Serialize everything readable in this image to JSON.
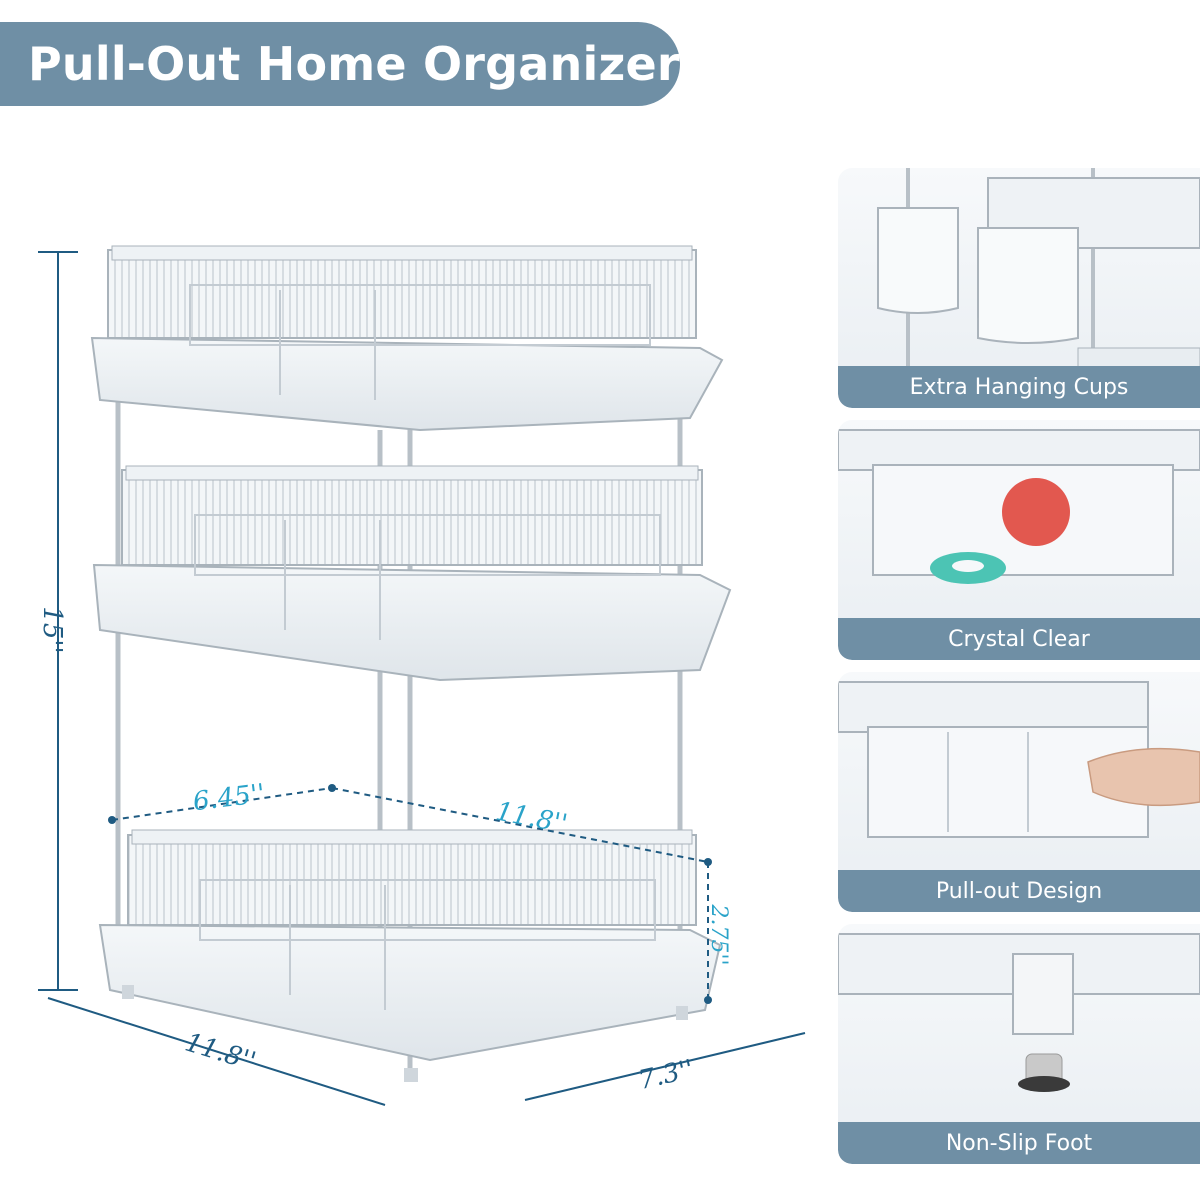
{
  "title": "Pull-Out Home Organizer",
  "dimensions": {
    "height": "15''",
    "bottom_width": "11.8''",
    "bottom_depth": "7.3''",
    "basket_width": "6.45''",
    "basket_length": "11.8''",
    "basket_height": "2.75''"
  },
  "features": [
    {
      "label": "Extra Hanging Cups",
      "icon": "hanging-cups-photo"
    },
    {
      "label": "Crystal Clear",
      "icon": "clear-basket-photo"
    },
    {
      "label": "Pull-out Design",
      "icon": "pull-out-hand-photo"
    },
    {
      "label": "Non-Slip Foot",
      "icon": "non-slip-foot-photo"
    }
  ],
  "colors": {
    "accent": "#6f8fa5",
    "dimension_lines": "#1f5b82",
    "dimension_text": "#2aa3c9"
  }
}
